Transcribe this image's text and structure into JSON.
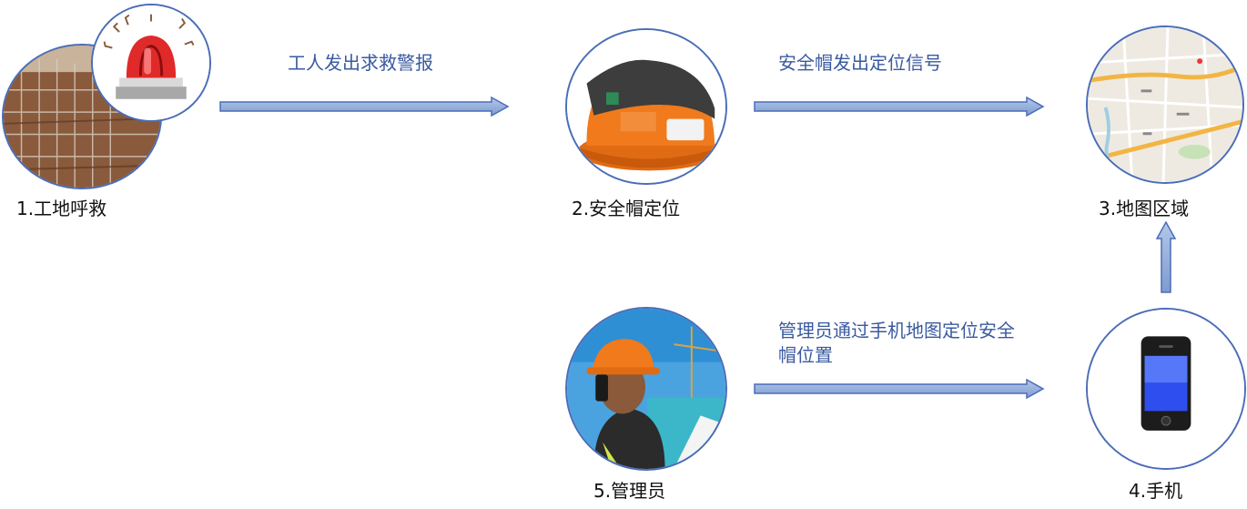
{
  "nodes": {
    "site": {
      "caption": "1.工地呼救"
    },
    "helmet": {
      "caption": "2.安全帽定位"
    },
    "map": {
      "caption": "3.地图区域"
    },
    "phone": {
      "caption": "4.手机"
    },
    "manager": {
      "caption": "5.管理员"
    }
  },
  "edges": {
    "alarm": {
      "label": "工人发出求救警报"
    },
    "signal": {
      "label": "安全帽发出定位信号"
    },
    "locate": {
      "label": "管理员通过手机地图定位安全帽位置"
    }
  },
  "colors": {
    "arrow_fill": "#8eaadb",
    "arrow_stroke": "#4a6db8",
    "circle_border": "#4a6db8",
    "label_text": "#3a5aa0"
  },
  "icons": [
    "alarm-light-icon",
    "helmet-icon",
    "map-icon",
    "phone-icon"
  ]
}
